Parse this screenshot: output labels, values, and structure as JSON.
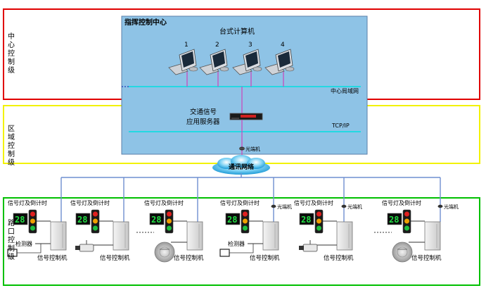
{
  "levels": {
    "center": "中心控制级",
    "region": "区域控制级",
    "junction": "路口控制级"
  },
  "center": {
    "title": "指挥控制中心",
    "desktops_label": "台式计算机",
    "computer_numbers": [
      "1",
      "2",
      "3",
      "4"
    ],
    "lan_label": "中心局域网"
  },
  "region": {
    "server_label_line1": "交通信号",
    "server_label_line2": "应用服务器",
    "tcpip_label": "TCP/IP",
    "optical_label": "光端机"
  },
  "network": {
    "cloud_label": "通讯网络"
  },
  "junctions": [
    {
      "signal_label": "信号灯及倒计时",
      "countdown": "28",
      "detector_label": "检测器",
      "controller_label": "信号控制机",
      "detector_type": "loop",
      "optical_label": ""
    },
    {
      "signal_label": "信号灯及倒计时",
      "countdown": "28",
      "detector_label": "",
      "controller_label": "信号控制机",
      "detector_type": "camera",
      "optical_label": ""
    },
    {
      "signal_label": "信号灯及倒计时",
      "countdown": "28",
      "detector_label": "",
      "controller_label": "信号控制机",
      "detector_type": "radar",
      "optical_label": ""
    },
    {
      "signal_label": "信号灯及倒计时",
      "countdown": "28",
      "detector_label": "检测器",
      "controller_label": "信号控制机",
      "detector_type": "loop",
      "optical_label": "光端机"
    },
    {
      "signal_label": "信号灯及倒计时",
      "countdown": "28",
      "detector_label": "",
      "controller_label": "信号控制机",
      "detector_type": "camera",
      "optical_label": "光端机"
    },
    {
      "signal_label": "信号灯及倒计时",
      "countdown": "28",
      "detector_label": "",
      "controller_label": "信号控制机",
      "detector_type": "radar",
      "optical_label": "光端机"
    }
  ],
  "colors": {
    "center_border": "#e00000",
    "region_border": "#f2f200",
    "junction_border": "#00c000",
    "command_fill": "#8ec3e6",
    "lan_line": "#00e0e0",
    "link_line": "#cc44bb",
    "network_line": "#6e8fd0"
  }
}
